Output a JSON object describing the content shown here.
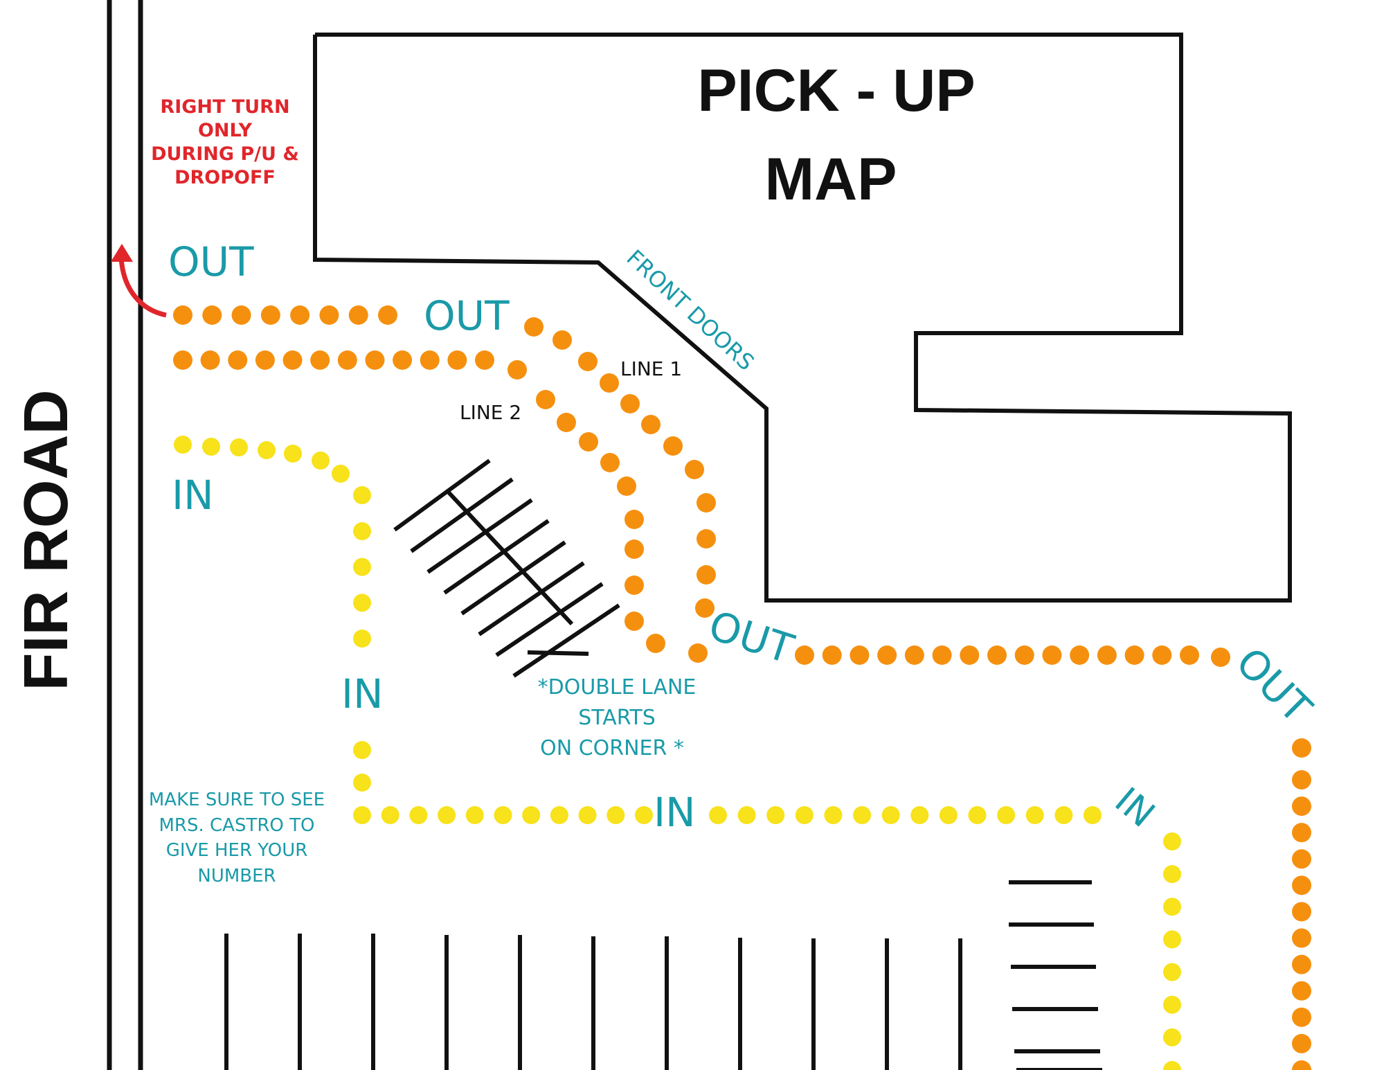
{
  "title": {
    "line1": "PICK - UP",
    "line2": "MAP"
  },
  "road": {
    "name": "FIR ROAD"
  },
  "warning": {
    "lines": [
      "RIGHT TURN",
      "ONLY",
      "DURING P/U &",
      "DROPOFF"
    ]
  },
  "labels": {
    "out_top_left": "OUT",
    "out_center": "OUT",
    "out_lower": "OUT",
    "out_right": "OUT",
    "in_upper": "IN",
    "in_middle": "IN",
    "in_bottom": "IN",
    "in_right": "IN",
    "front_doors": "FRONT DOORS",
    "line1": "LINE 1",
    "line2": "LINE 2"
  },
  "notes": {
    "double_lane": [
      "*DOUBLE LANE",
      "STARTS",
      "ON CORNER *"
    ],
    "make_sure": [
      "MAKE SURE TO SEE",
      "MRS. CASTRO TO",
      "GIVE HER YOUR",
      "NUMBER"
    ]
  },
  "colors": {
    "out_dots": "#f5900f",
    "in_dots": "#f7e21b",
    "label_teal": "#1a9aa8",
    "warning_red": "#e0262b",
    "lines": "#111111"
  },
  "icons": {
    "turn_arrow": "red-curved-arrow-icon"
  }
}
